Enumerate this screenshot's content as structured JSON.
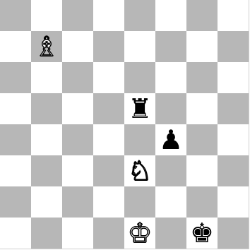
{
  "board": {
    "light_color": "#ffffff",
    "dark_color": "#b7b7b7",
    "orientation": "white-bottom",
    "pieces": [
      {
        "square": "b7",
        "type": "bishop",
        "color": "white",
        "glyph": "♗",
        "icon": "white-bishop-icon"
      },
      {
        "square": "e5",
        "type": "rook",
        "color": "black",
        "glyph": "♜",
        "icon": "black-rook-icon"
      },
      {
        "square": "f4",
        "type": "pawn",
        "color": "black",
        "glyph": "♟",
        "icon": "black-pawn-icon"
      },
      {
        "square": "e3",
        "type": "knight",
        "color": "white",
        "glyph": "♘",
        "icon": "white-knight-icon"
      },
      {
        "square": "e1",
        "type": "king",
        "color": "white",
        "glyph": "♔",
        "icon": "white-king-icon"
      },
      {
        "square": "g1",
        "type": "king",
        "color": "black",
        "glyph": "♚",
        "icon": "black-king-icon"
      }
    ]
  }
}
